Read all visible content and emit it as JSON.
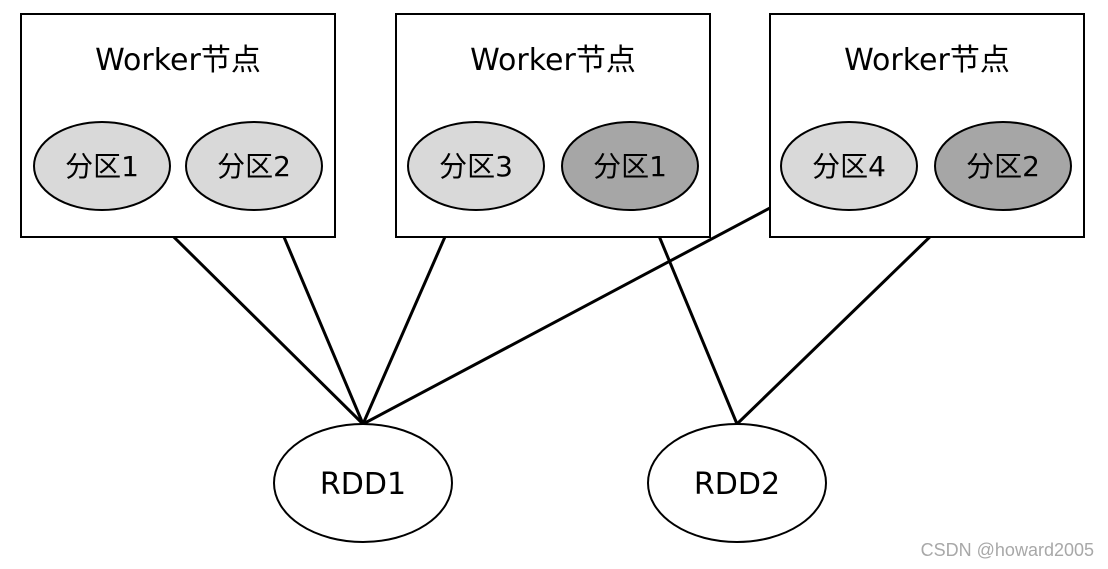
{
  "workers": [
    {
      "title": "Worker节点",
      "partitions": [
        {
          "label": "分区1",
          "rdd": "RDD1"
        },
        {
          "label": "分区2",
          "rdd": "RDD1"
        }
      ]
    },
    {
      "title": "Worker节点",
      "partitions": [
        {
          "label": "分区3",
          "rdd": "RDD1"
        },
        {
          "label": "分区1",
          "rdd": "RDD2"
        }
      ]
    },
    {
      "title": "Worker节点",
      "partitions": [
        {
          "label": "分区4",
          "rdd": "RDD1"
        },
        {
          "label": "分区2",
          "rdd": "RDD2"
        }
      ]
    }
  ],
  "rdds": [
    {
      "label": "RDD1",
      "color": "#d9d9d9"
    },
    {
      "label": "RDD2",
      "color": "#a6a6a6"
    }
  ],
  "edges": [
    {
      "from": "RDD1",
      "to": "worker-0-partition-0"
    },
    {
      "from": "RDD1",
      "to": "worker-0-partition-1"
    },
    {
      "from": "RDD1",
      "to": "worker-1-partition-0"
    },
    {
      "from": "RDD1",
      "to": "worker-2-partition-0"
    },
    {
      "from": "RDD2",
      "to": "worker-1-partition-1"
    },
    {
      "from": "RDD2",
      "to": "worker-2-partition-1"
    }
  ],
  "watermark": "CSDN @howard2005"
}
